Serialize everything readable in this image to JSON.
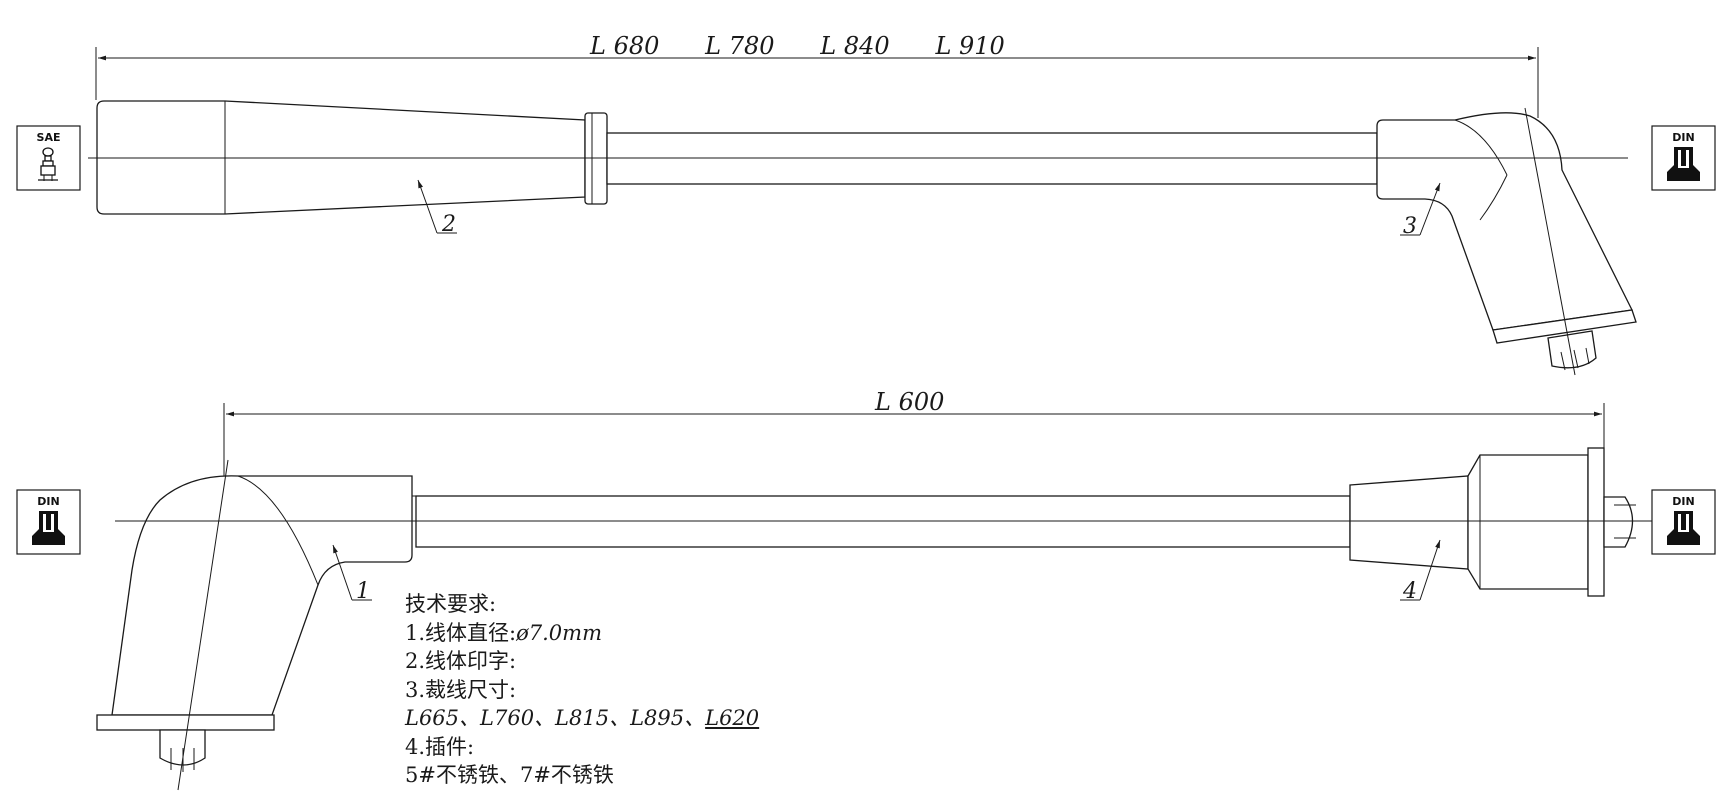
{
  "wire_a": {
    "length_label": "L 680      L 780      L 840      L 910",
    "left_terminal": "SAE",
    "right_terminal": "DIN",
    "callouts": [
      "2",
      "3"
    ]
  },
  "wire_b": {
    "length_label": "L 600",
    "left_terminal": "DIN",
    "right_terminal": "DIN",
    "callouts": [
      "1",
      "4"
    ]
  },
  "notes": {
    "heading": "技术要求:",
    "item1_prefix": "1.线体直径:",
    "item1_value": "ø7.0mm",
    "item2": "2.线体印字:",
    "item3": "3.裁线尺寸:",
    "item3_values": "L665、L760、L815、L895、",
    "item3_values_underlined": "L620",
    "item4": "4.插件:",
    "item4_value": "5#不锈铁、7#不锈铁"
  }
}
